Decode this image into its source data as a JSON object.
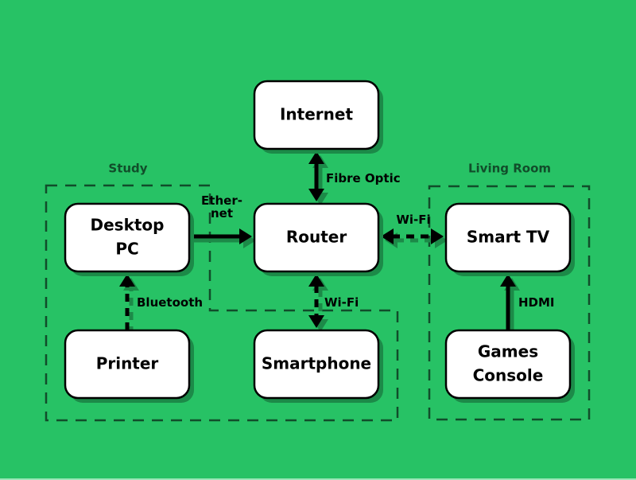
{
  "diagram": {
    "colors": {
      "background": "#27c265",
      "node_fill": "#ffffff",
      "node_border": "#000000",
      "shadow": "#1c8a48",
      "region_border": "#114d2a",
      "region_label": "#114d2a",
      "edge": "#000000"
    },
    "regions": [
      {
        "id": "study",
        "label": "Study"
      },
      {
        "id": "living",
        "label": "Living Room"
      }
    ],
    "nodes": [
      {
        "id": "internet",
        "lines": [
          "Internet"
        ]
      },
      {
        "id": "desktop",
        "lines": [
          "Desktop",
          "PC"
        ]
      },
      {
        "id": "router",
        "lines": [
          "Router"
        ]
      },
      {
        "id": "smarttv",
        "lines": [
          "Smart TV"
        ]
      },
      {
        "id": "printer",
        "lines": [
          "Printer"
        ]
      },
      {
        "id": "smartphone",
        "lines": [
          "Smartphone"
        ]
      },
      {
        "id": "console",
        "lines": [
          "Games",
          "Console"
        ]
      }
    ],
    "edges": [
      {
        "id": "internet-router",
        "from": "internet",
        "to": "router",
        "label_lines": [
          "Fibre Optic"
        ],
        "style": "solid",
        "direction": "both"
      },
      {
        "id": "desktop-router",
        "from": "desktop",
        "to": "router",
        "label_lines": [
          "Ether-",
          "net"
        ],
        "style": "solid",
        "direction": "forward"
      },
      {
        "id": "router-smarttv",
        "from": "router",
        "to": "smarttv",
        "label_lines": [
          "Wi-Fi"
        ],
        "style": "dashed",
        "direction": "both"
      },
      {
        "id": "printer-desktop",
        "from": "printer",
        "to": "desktop",
        "label_lines": [
          "Bluetooth"
        ],
        "style": "dashed",
        "direction": "forward"
      },
      {
        "id": "router-smartphone",
        "from": "router",
        "to": "smartphone",
        "label_lines": [
          "Wi-Fi"
        ],
        "style": "dashed",
        "direction": "both"
      },
      {
        "id": "console-smarttv",
        "from": "console",
        "to": "smarttv",
        "label_lines": [
          "HDMI"
        ],
        "style": "solid",
        "direction": "forward"
      }
    ]
  }
}
